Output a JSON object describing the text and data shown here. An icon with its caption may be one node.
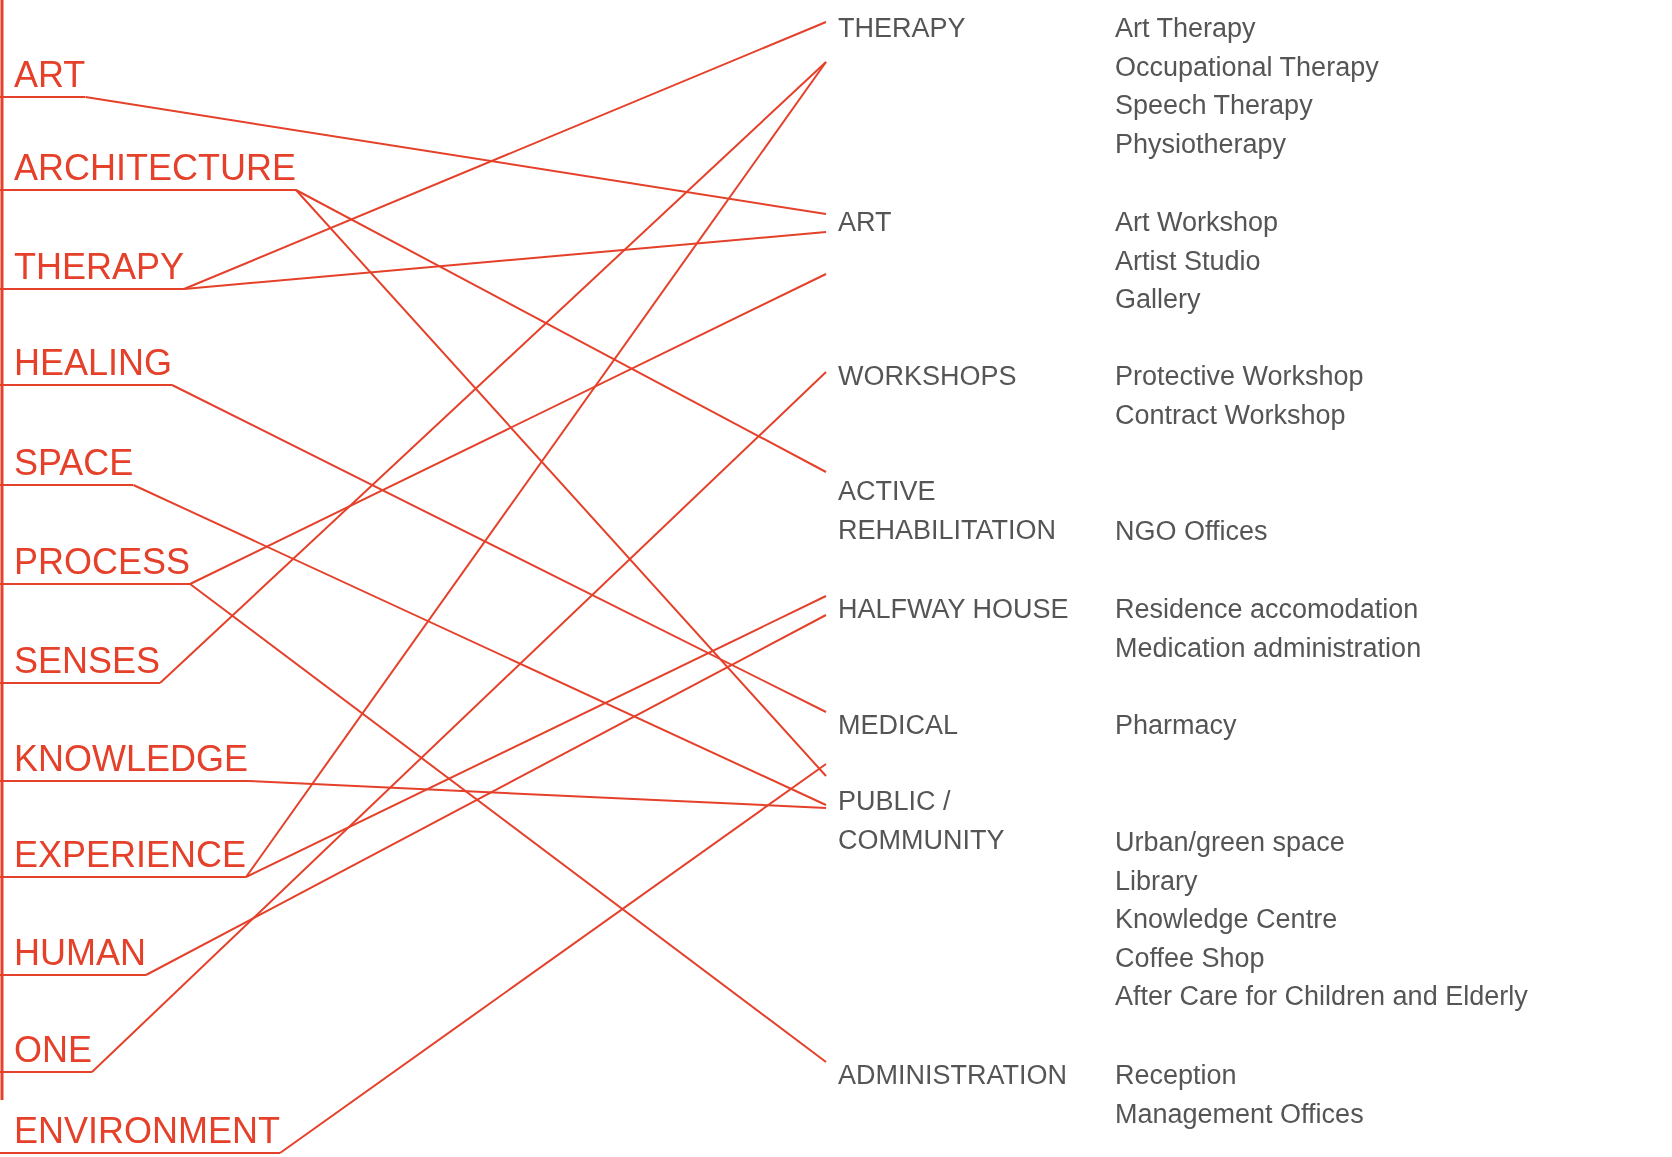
{
  "diagram": {
    "nodes": [
      {
        "text": [
          "ART"
        ]
      },
      {
        "text": [
          "ARCHITECTURE"
        ]
      },
      {
        "text": [
          "THERAPY"
        ]
      },
      {
        "text": [
          "HEALING"
        ]
      },
      {
        "text": [
          "SPACE"
        ]
      },
      {
        "text": [
          "PROCESS"
        ]
      },
      {
        "text": [
          "SENSES"
        ]
      },
      {
        "text": [
          "KNOWLEDGE"
        ]
      },
      {
        "text": [
          "EXPERIENCE"
        ]
      },
      {
        "text": [
          "HUMAN"
        ]
      },
      {
        "text": [
          "ONE"
        ]
      },
      {
        "text": [
          "ENVIRONMENT"
        ]
      },
      {
        "text": [
          "THERAPY"
        ],
        "beside": [
          "Art Therapy",
          "Occupational Therapy",
          "Speech Therapy",
          "Physiotherapy"
        ]
      },
      {
        "text": [
          "ART"
        ],
        "beside": [
          "Art Workshop",
          "Artist Studio",
          "Gallery"
        ]
      },
      {
        "text": [
          "WORKSHOPS"
        ],
        "beside": [
          "Protective Workshop",
          "Contract Workshop"
        ]
      },
      {
        "text": [
          "ACTIVE REHABILITATION"
        ],
        "beside": [
          "NGO Offices"
        ]
      },
      {
        "text": [
          "HALFWAY HOUSE"
        ],
        "beside": [
          "Residence accomodation",
          "Medication administration"
        ]
      },
      {
        "text": [
          "MEDICAL"
        ],
        "beside": [
          "Pharmacy"
        ]
      },
      {
        "text": [
          "PUBLIC / COMMUNITY"
        ],
        "beside": [
          "Urban/green space",
          "Library",
          "Knowledge Centre",
          "Coffee Shop",
          "After Care for Children and Elderly"
        ]
      },
      {
        "text": [
          "ADMINISTRATION"
        ],
        "beside": [
          "Reception",
          "Management Offices"
        ]
      }
    ],
    "edges": [
      {
        "from": 0,
        "to": 13,
        "arrow": "none"
      },
      {
        "from": 1,
        "to": 15,
        "arrow": "none"
      },
      {
        "from": 1,
        "to": 18,
        "arrow": "none"
      },
      {
        "from": 2,
        "to": 12,
        "arrow": "none"
      },
      {
        "from": 2,
        "to": 13,
        "arrow": "none"
      },
      {
        "from": 3,
        "to": 17,
        "arrow": "none"
      },
      {
        "from": 4,
        "to": 18,
        "arrow": "none"
      },
      {
        "from": 5,
        "to": 13,
        "arrow": "none"
      },
      {
        "from": 5,
        "to": 19,
        "arrow": "none"
      },
      {
        "from": 6,
        "to": 12,
        "arrow": "none"
      },
      {
        "from": 7,
        "to": 18,
        "arrow": "none"
      },
      {
        "from": 8,
        "to": 12,
        "arrow": "none"
      },
      {
        "from": 8,
        "to": 16,
        "arrow": "none"
      },
      {
        "from": 9,
        "to": 16,
        "arrow": "none"
      },
      {
        "from": 10,
        "to": 14,
        "arrow": "none"
      },
      {
        "from": 11,
        "to": 18,
        "arrow": "none"
      }
    ]
  }
}
